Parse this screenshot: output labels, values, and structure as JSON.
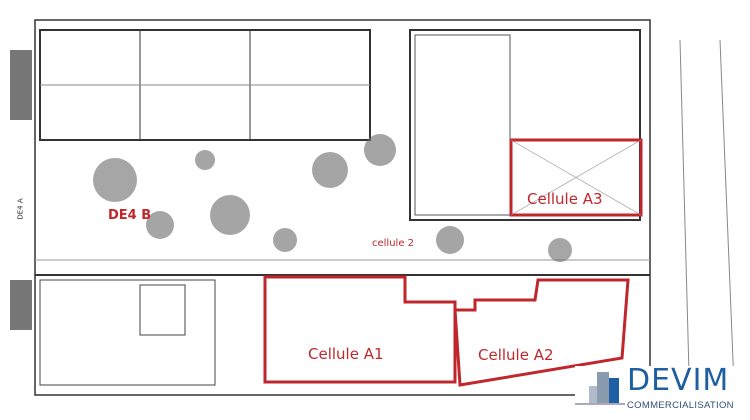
{
  "plan": {
    "labels": {
      "de4b": "DE4 B",
      "de4a": "DE4 A",
      "cellule2": "cellule 2",
      "a1": "Cellule A1",
      "a2": "Cellule A2",
      "a3": "Cellule A3"
    },
    "highlight_color": "#c0272d"
  },
  "logo": {
    "name": "DEVIM",
    "tagline": "COMMERCIALISATION",
    "color": "#1e5fa3"
  }
}
